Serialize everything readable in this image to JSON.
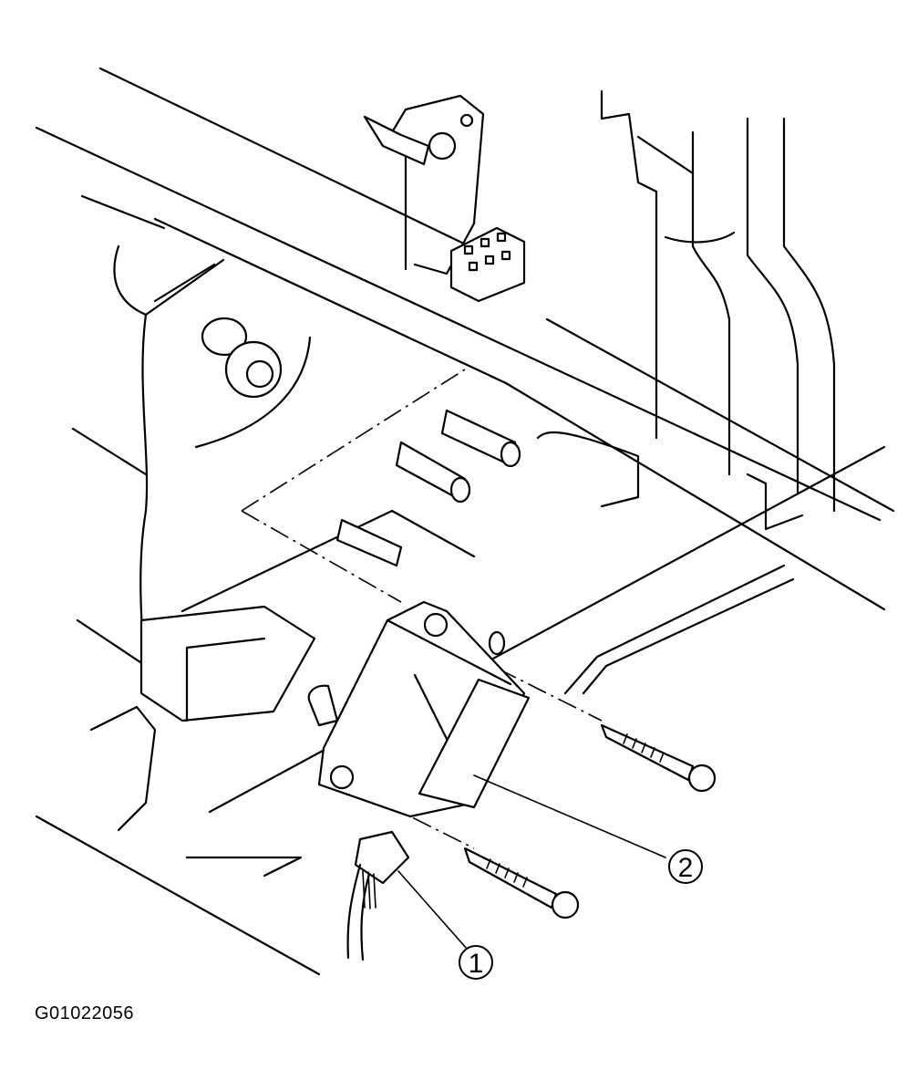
{
  "figure": {
    "id_label": "G01022056",
    "callouts": [
      {
        "number": "1"
      },
      {
        "number": "2"
      }
    ],
    "line_color": "#000000",
    "background_color": "#ffffff"
  }
}
